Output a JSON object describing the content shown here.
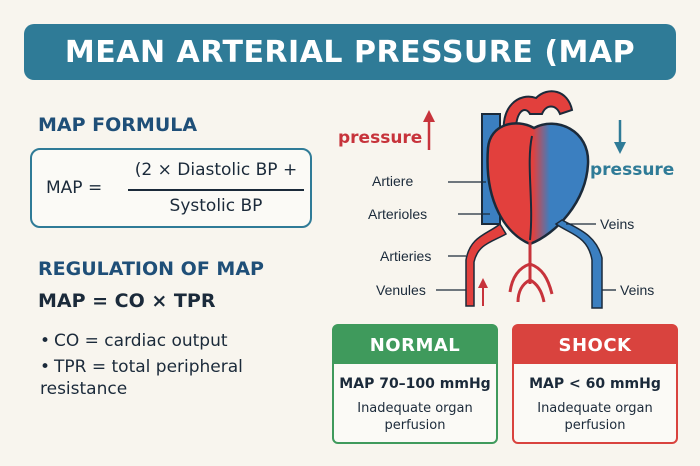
{
  "title": "MEAN ARTERIAL PRESSURE (MAP",
  "formula": {
    "heading": "MAP FORMULA",
    "lhs": "MAP =",
    "numerator": "(2 × Diastolic BP +",
    "denominator": "Systolic BP"
  },
  "regulation": {
    "heading": "REGULATION OF MAP",
    "equation": "MAP = CO × TPR",
    "bullets": [
      "CO = cardiac output",
      "TPR = total peripheral resistance"
    ],
    "bullet_marker": "•"
  },
  "diagram": {
    "pressure_left": "pressure",
    "pressure_right": "pressure",
    "labels": {
      "artiere": "Artiere",
      "arterioles": "Arterioles",
      "artieries": "Artieries",
      "venules": "Venules",
      "veins_upper": "Veins",
      "veins_lower": "Veins"
    },
    "colors": {
      "arterial": "#e2403d",
      "venous": "#3b7fc0"
    }
  },
  "status": {
    "normal": {
      "label": "NORMAL",
      "range": "MAP 70–100 mmHg",
      "note": "Inadequate organ perfusion",
      "color": "#3f9a5c"
    },
    "shock": {
      "label": "SHOCK",
      "range": "MAP < 60 mmHg",
      "note": "Inadequate organ perfusion",
      "color": "#d9433e"
    }
  }
}
